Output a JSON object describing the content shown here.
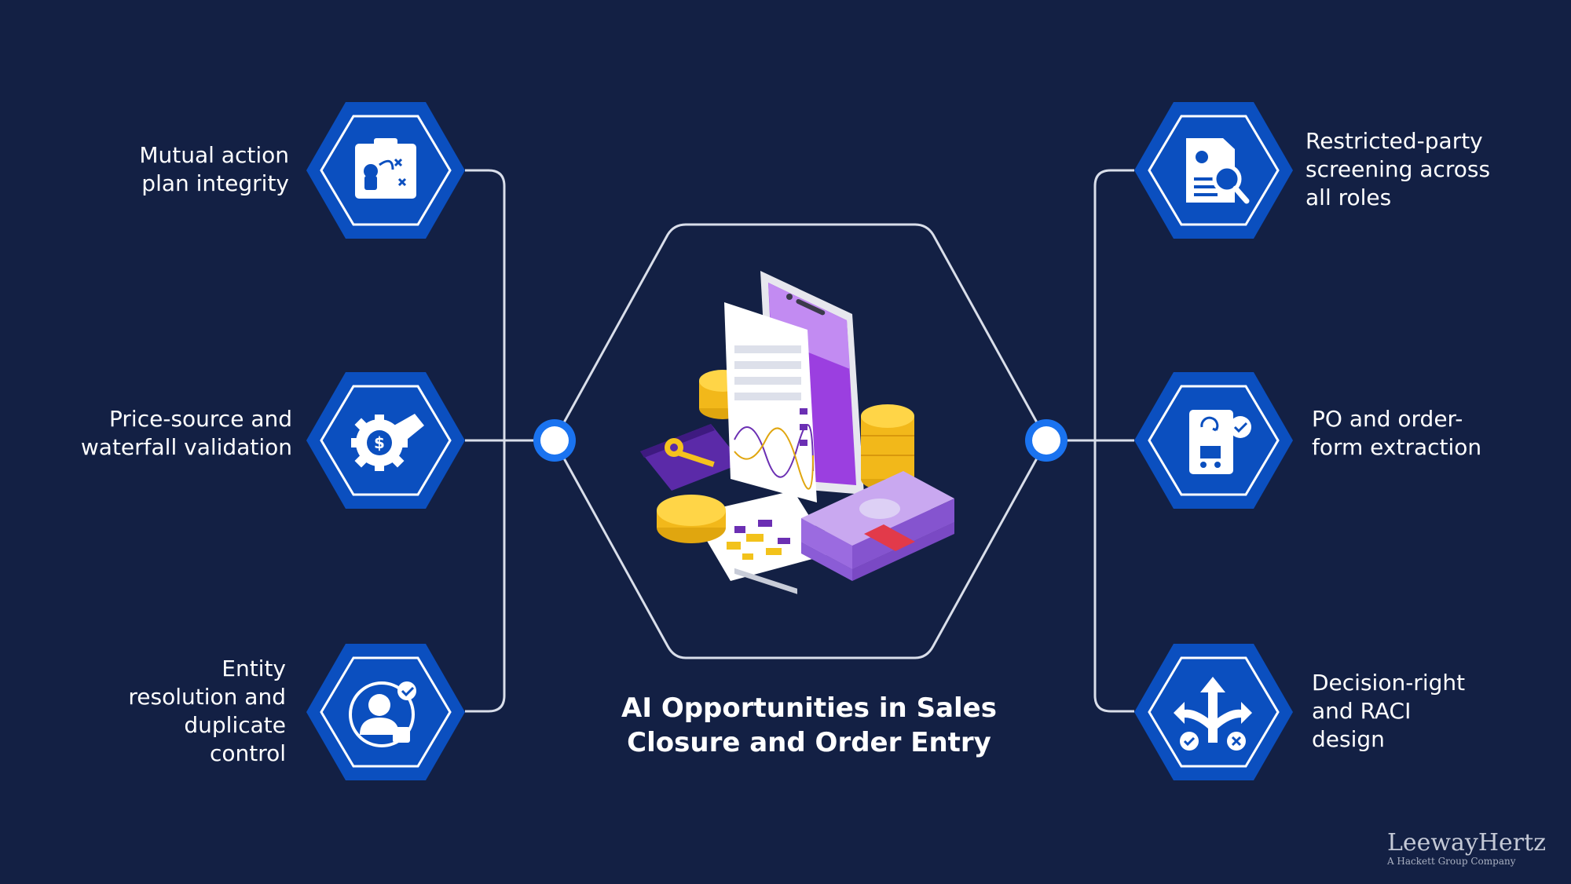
{
  "title": "AI Opportunities in Sales\nClosure and Order Entry",
  "colors": {
    "background": "#132044",
    "hex_outer": "#0b4fbf",
    "hex_inner_stroke": "#ffffff",
    "connector": "#d9deea",
    "node_fill": "#ffffff",
    "node_ring": "#1a73f0"
  },
  "left_items": [
    {
      "label": "Mutual action\nplan integrity",
      "icon": "strategy-plan-icon"
    },
    {
      "label": "Price-source and\nwaterfall validation",
      "icon": "price-gear-tag-icon"
    },
    {
      "label": "Entity\nresolution and\nduplicate\ncontrol",
      "icon": "user-verify-icon"
    }
  ],
  "right_items": [
    {
      "label": "Restricted-party\nscreening across\nall roles",
      "icon": "document-search-icon"
    },
    {
      "label": "PO and order-\nform extraction",
      "icon": "order-form-cart-icon"
    },
    {
      "label": "Decision-right\nand RACI\ndesign",
      "icon": "decision-arrows-icon"
    }
  ],
  "center_icon": "finance-phone-illustration",
  "brand": {
    "name": "LeewayHertz",
    "subtitle": "A Hackett Group Company"
  }
}
